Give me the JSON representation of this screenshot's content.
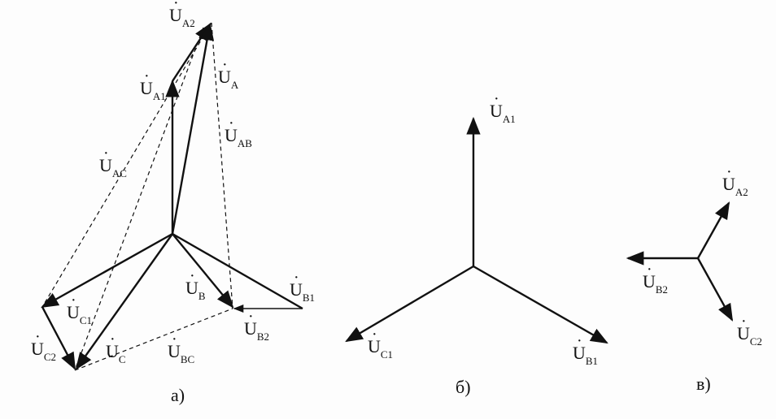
{
  "symbol": "U",
  "labels": {
    "a": {
      "UA2": "A2",
      "UA": "A",
      "UA1": "A1",
      "UAB": "AB",
      "UAC": "AC",
      "UB": "B",
      "UB1": "B1",
      "UB2": "B2",
      "UC1": "C1",
      "UC2": "C2",
      "UC": "C",
      "UBC": "BC"
    },
    "b": {
      "UA1": "A1",
      "UB1": "B1",
      "UC1": "C1"
    },
    "c": {
      "UA2": "A2",
      "UB2": "B2",
      "UC2": "C2"
    }
  },
  "captions": {
    "a": "а)",
    "b": "б)",
    "c": "в)"
  }
}
